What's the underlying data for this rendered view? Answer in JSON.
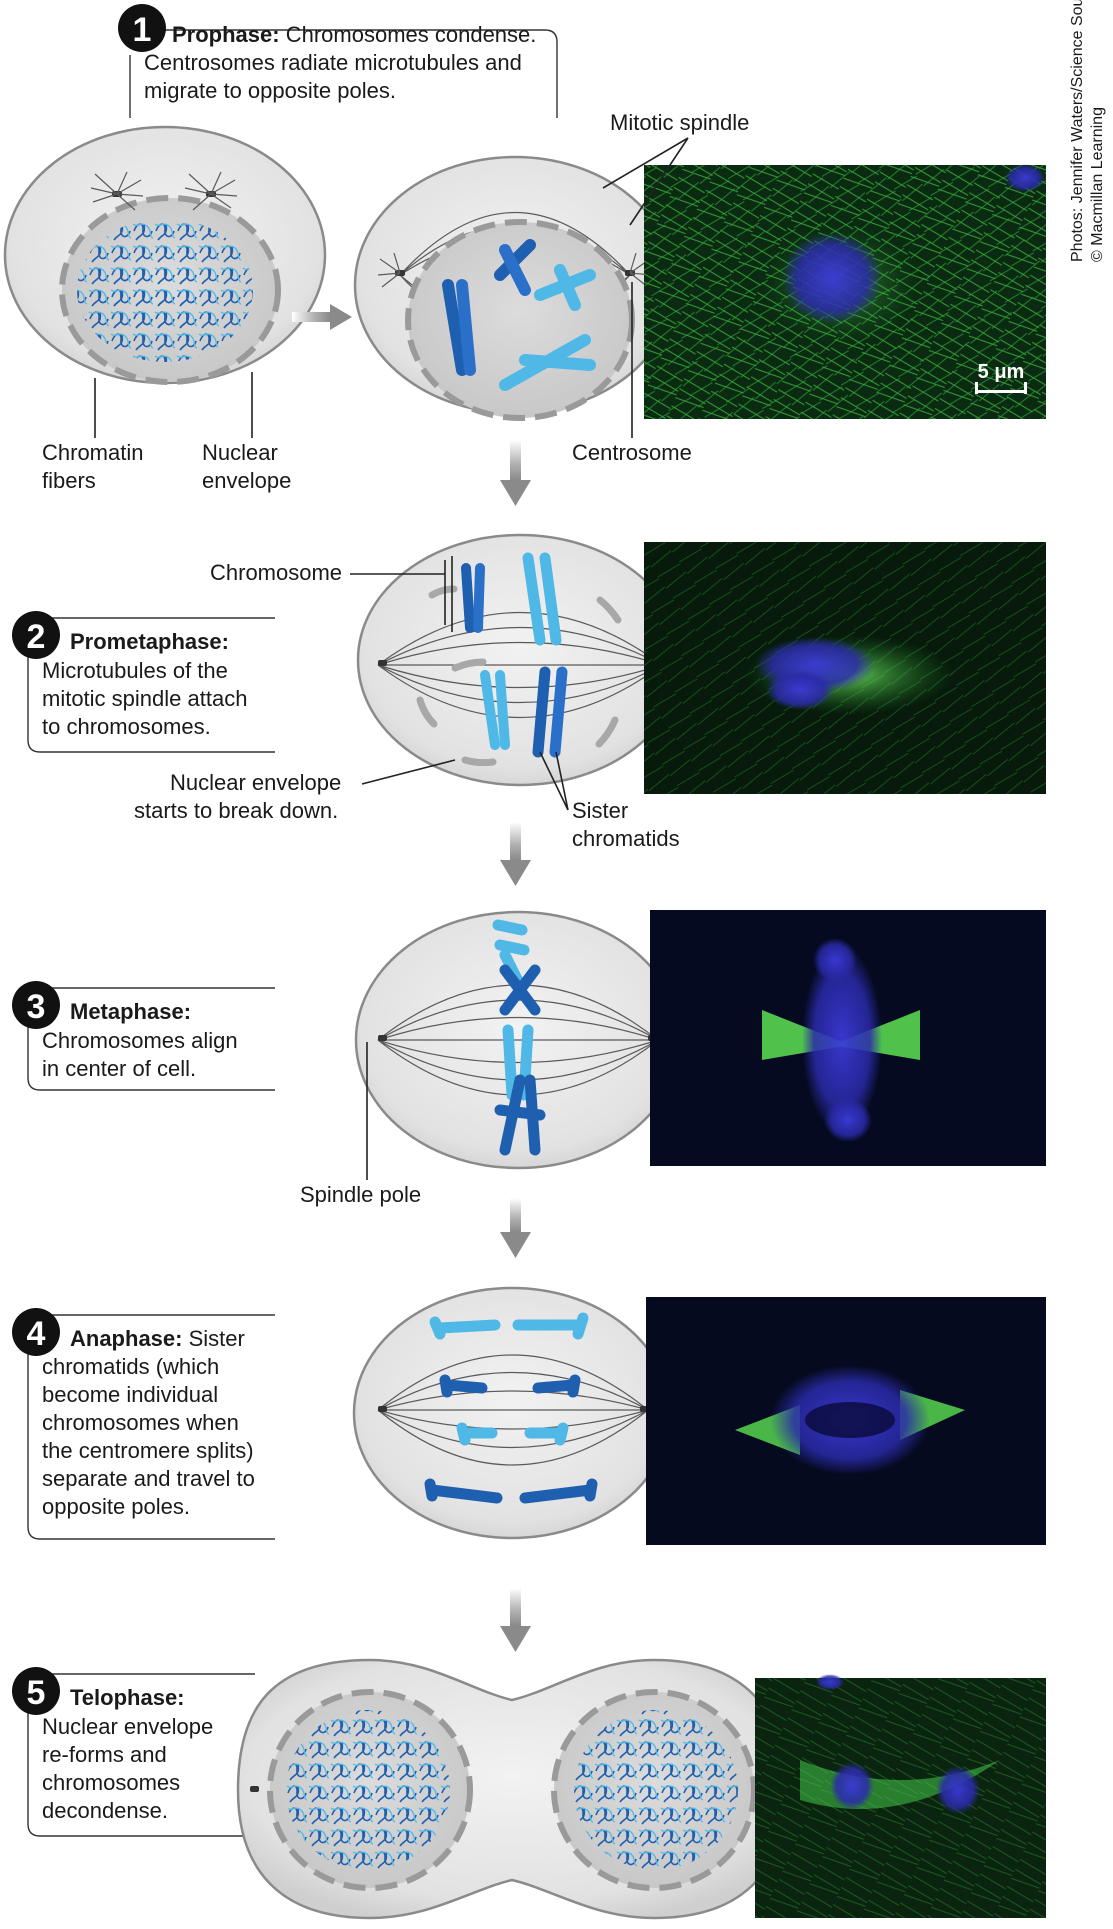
{
  "stages": [
    {
      "number": "1",
      "name": "Prophase:",
      "text_lines": [
        " Chromosomes condense.",
        "Centrosomes radiate microtubules and",
        "migrate to opposite poles."
      ]
    },
    {
      "number": "2",
      "name": "Prometaphase:",
      "text_lines": [
        "Microtubules of the",
        "mitotic spindle attach",
        "to chromosomes."
      ]
    },
    {
      "number": "3",
      "name": "Metaphase:",
      "text_lines": [
        "Chromosomes align",
        "in center of cell."
      ]
    },
    {
      "number": "4",
      "name": "Anaphase:",
      "text_lines": [
        " Sister",
        "chromatids (which",
        "become individual",
        "chromosomes when",
        "the centromere splits)",
        "separate and travel to",
        "opposite poles."
      ]
    },
    {
      "number": "5",
      "name": "Telophase:",
      "text_lines": [
        "Nuclear envelope",
        "re-forms and",
        "chromosomes",
        "decondense."
      ]
    }
  ],
  "labels": {
    "mitotic_spindle": "Mitotic spindle",
    "chromatin_fibers": [
      "Chromatin",
      "fibers"
    ],
    "nuclear_envelope": [
      "Nuclear",
      "envelope"
    ],
    "centrosome": "Centrosome",
    "chromosome": "Chromosome",
    "envelope_breakdown": [
      "Nuclear envelope",
      "starts to break down."
    ],
    "sister_chromatids": [
      "Sister",
      "chromatids"
    ],
    "spindle_pole": "Spindle pole",
    "scale_bar": "5 μm"
  },
  "credit": {
    "line1": "Photos: Jennifer Waters/Science Source",
    "line2": "© Macmillan Learning"
  },
  "colors": {
    "dark_blue": "#1f5fb0",
    "light_blue": "#4fb8e6",
    "micrograph_green": "#2fc24a",
    "micrograph_dna": "#3a3ad8",
    "cell_gray": "#e4e4e4",
    "nucleus_gray": "#d2d2d2"
  }
}
